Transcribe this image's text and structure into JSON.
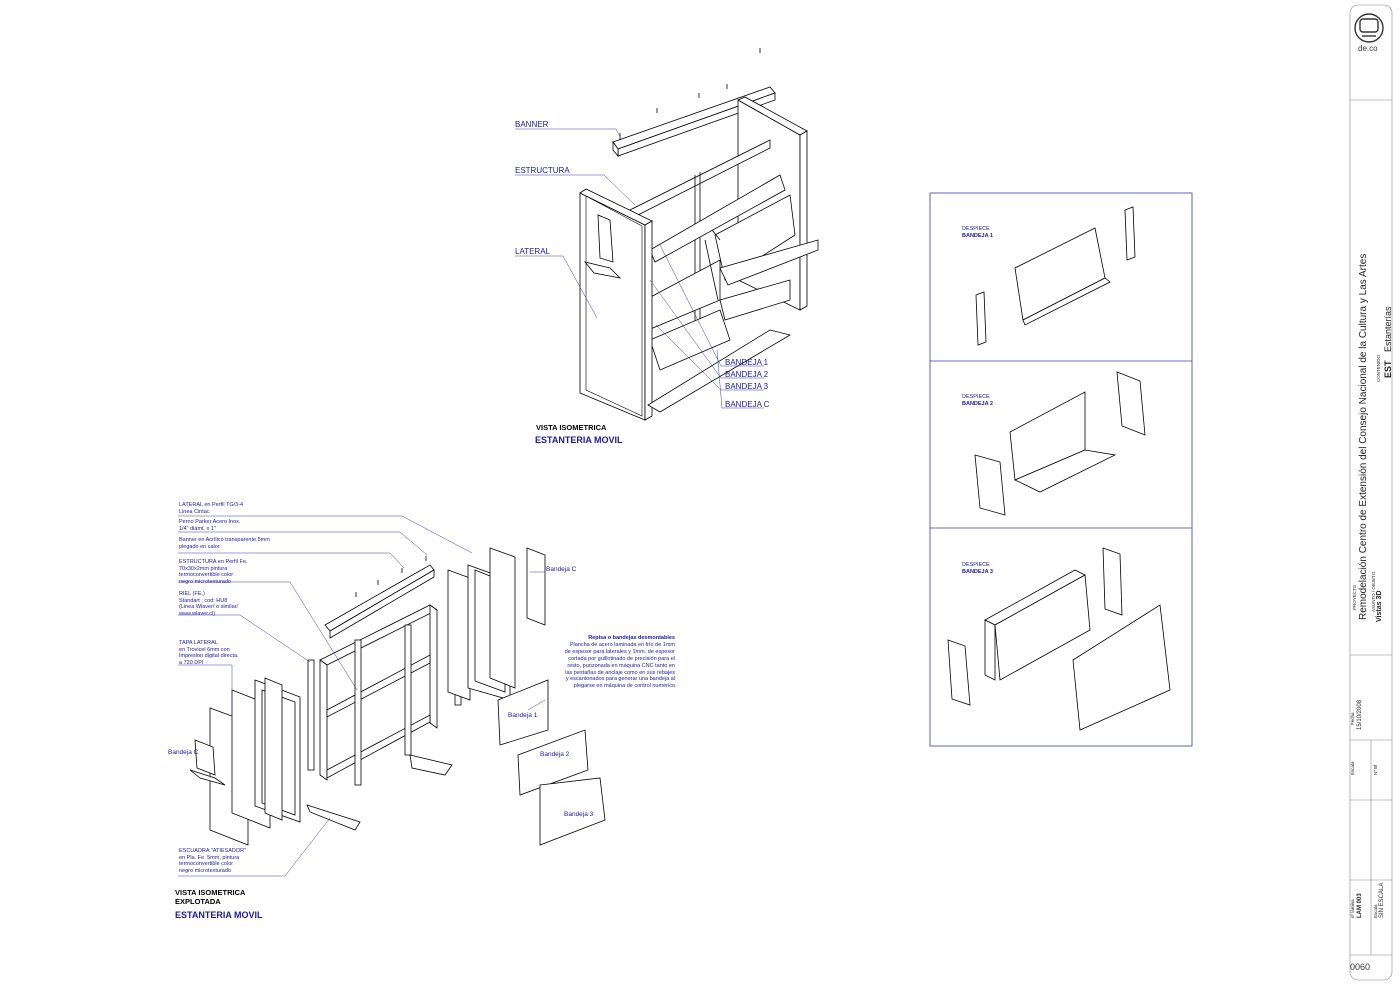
{
  "iso_view": {
    "labels": {
      "banner": "BANNER",
      "estructura": "ESTRUCTURA",
      "lateral": "LATERAL",
      "bandeja1": "BANDEJA 1",
      "bandeja2": "BANDEJA 2",
      "bandeja3": "BANDEJA 3",
      "bandejac": "BANDEJA C"
    },
    "title_kind": "VISTA ISOMETRICA",
    "title_name": "ESTANTERIA MOVIL"
  },
  "exploded_view": {
    "specs": {
      "lateral": "LATERAL en Perfil TG/3-4\nLinea Cintac",
      "perno": "Perno Parker Acero Inox.\n1/4\" diámt. x 1\"",
      "banner": "Banner en Acrílico transparente 5mm\nplegado en calor",
      "estructura": "ESTRUCTURA en Perfil Fe.\n70x30x2mm pintura\ntermoconvertible color\nnegro microtexturado",
      "riel": "RIEL (FE.)\nStandart ; cod: HU8\n(Linea Wlaver/ o similar/\nwww.wlaver.cl)",
      "tapa": "TAPA LATERAL\nen Trovicel 6mm con\nImpresion digital directa,\na 720 DPI",
      "escuadra": "ESCUADRA \"ATIESADOR\"\nen Pla. Fe. 5mm, pintura\ntermoconvertible color\nnegro microtexturado"
    },
    "part_labels": {
      "bandeja_c_left": "Bandeja C",
      "bandeja_c_right": "Bandeja C",
      "bandeja1": "Bandeja 1",
      "bandeja2": "Bandeja 2",
      "bandeja3": "Bandeja 3"
    },
    "note_title": "Repisa o bandejas desmontables",
    "note_body": "Plancha de acero laminada en frío de 1mm\nde espesor para laterales y 1mm. de espesor\ncortada por guillotinado de precisión para el\nresto, punzonada en máquina CNC tanto en\nlas pestañas de anclaje como en sus rebajes\ny escantonados para generar una bandeja al\nplegarse en máquina de control numérico",
    "title_kind": "VISTA ISOMETRICA\nEXPLOTADA",
    "title_name": "ESTANTERIA MOVIL"
  },
  "despiece_panel": {
    "sections": [
      {
        "kind": "DESPIECE",
        "name": "BANDEJA 1"
      },
      {
        "kind": "DESPIECE",
        "name": "BANDEJA 2"
      },
      {
        "kind": "DESPIECE",
        "name": "BANDEJA 3"
      }
    ]
  },
  "title_block": {
    "logo_text": "de.co",
    "proyecto_label": "PROYECTO",
    "project": "Remodelación Centro de Extensión del Consejo Nacional de la Cultura y Las Artes",
    "contenido_label": "CONTENIDO",
    "contenido_code": "EST",
    "contenido_name": "Estanterías",
    "asunto_label": "ASUNTO / OBJETO",
    "asunto": "Vistas 3D",
    "fecha_label": "Fecha",
    "fecha": "15/10/2008",
    "escala_label": "Escala",
    "nbf_label": "Nº Bf",
    "lamina_label": "nº lámina",
    "lamina": "LAM 003",
    "escala_value": "SIN ESCALA",
    "escala_label2": "Escala",
    "sheet_number": "0060"
  },
  "colors": {
    "annotation": "#1a1a9e",
    "line": "#000000",
    "panel_border": "#3b3bb0"
  }
}
